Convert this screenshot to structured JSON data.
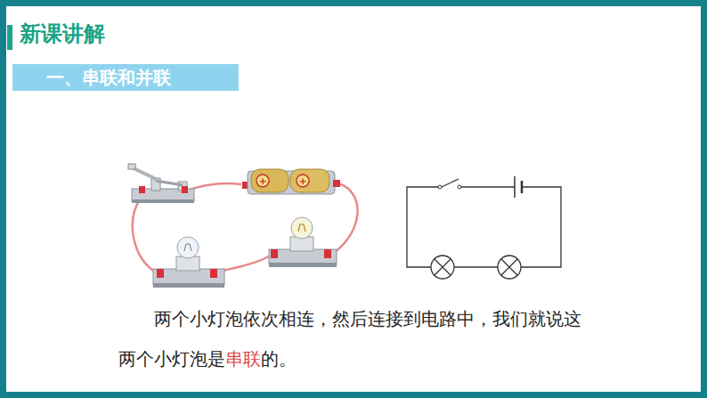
{
  "diagram": {
    "nodes": [
      {
        "text": [
          "一、串联和并联"
        ]
      }
    ],
    "labels": [
      "新课讲解",
      "+",
      "+",
      "两个小灯泡依次相连，然后连接到电路中，我们就说这两个小灯泡是",
      "串联",
      "的。"
    ]
  }
}
